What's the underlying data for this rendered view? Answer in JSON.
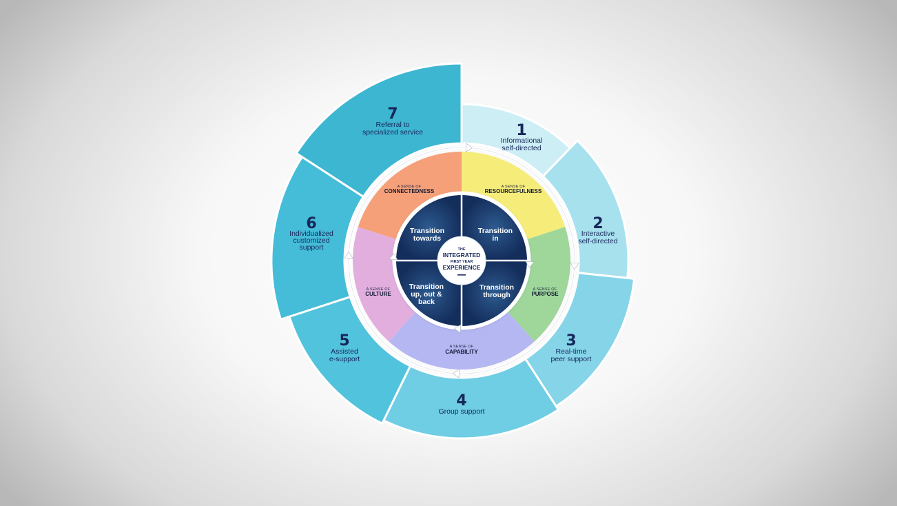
{
  "center": {
    "line1": "THE",
    "line2": "INTEGRATED",
    "line3": "FIRST YEAR",
    "line4": "EXPERIENCE"
  },
  "outer_segments": [
    {
      "number": "1",
      "lines": [
        "Informational",
        "self-directed"
      ],
      "color": "#cdeef5"
    },
    {
      "number": "2",
      "lines": [
        "Interactive",
        "self-directed"
      ],
      "color": "#a8e1ee"
    },
    {
      "number": "3",
      "lines": [
        "Real-time",
        "peer support"
      ],
      "color": "#86d4e8"
    },
    {
      "number": "4",
      "lines": [
        "Group support"
      ],
      "color": "#6fcde4"
    },
    {
      "number": "5",
      "lines": [
        "Assisted",
        "e-support"
      ],
      "color": "#52c3dd"
    },
    {
      "number": "6",
      "lines": [
        "Individualized",
        "customized",
        "support"
      ],
      "color": "#45bcd8"
    },
    {
      "number": "7",
      "lines": [
        "Referral to",
        "specialized service"
      ],
      "color": "#3db6d2"
    }
  ],
  "senses": [
    {
      "small": "A SENSE OF",
      "big": "RESOURCEFULNESS",
      "color": "#f6ec7a"
    },
    {
      "small": "A SENSE OF",
      "big": "PURPOSE",
      "color": "#9fd69a"
    },
    {
      "small": "A SENSE OF",
      "big": "CAPABILITY",
      "color": "#b5b7f3"
    },
    {
      "small": "A SENSE OF",
      "big": "CULTURE",
      "color": "#e2aede"
    },
    {
      "small": "A SENSE OF",
      "big": "CONNECTEDNESS",
      "color": "#f5a079"
    }
  ],
  "transitions": [
    {
      "lines": [
        "Transition",
        "in"
      ]
    },
    {
      "lines": [
        "Transition",
        "through"
      ]
    },
    {
      "lines": [
        "Transition",
        "up, out &",
        "back"
      ]
    },
    {
      "lines": [
        "Transition",
        "towards"
      ]
    }
  ]
}
